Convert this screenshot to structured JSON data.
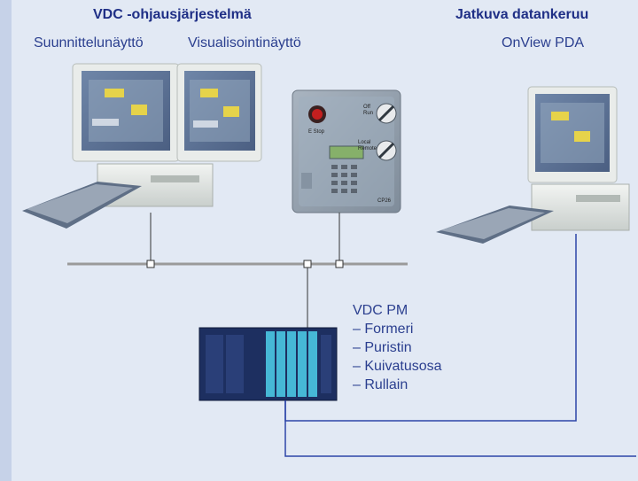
{
  "left_group": {
    "title": "VDC -ohjausjärjestelmä",
    "design_display": "Suunnittelunäyttö",
    "visualization_display": "Visualisointinäyttö"
  },
  "right_group": {
    "title": "Jatkuva datankeruu",
    "device": "OnView PDA"
  },
  "control_panel": {
    "estop_label": "E Stop",
    "switch1_label": "Off\nRun",
    "switch2_label": "Local\nRemote",
    "model": "CP26"
  },
  "pm": {
    "title": "VDC PM",
    "items": [
      "– Formeri",
      "– Puristin",
      "– Kuivatusosa",
      "– Rullain"
    ]
  },
  "colors": {
    "background": "#e2e9f4",
    "title_text": "#1f2f86",
    "body_text": "#2b3f8f",
    "network_line": "#9a9a9a",
    "link_line": "#2d45a8"
  }
}
